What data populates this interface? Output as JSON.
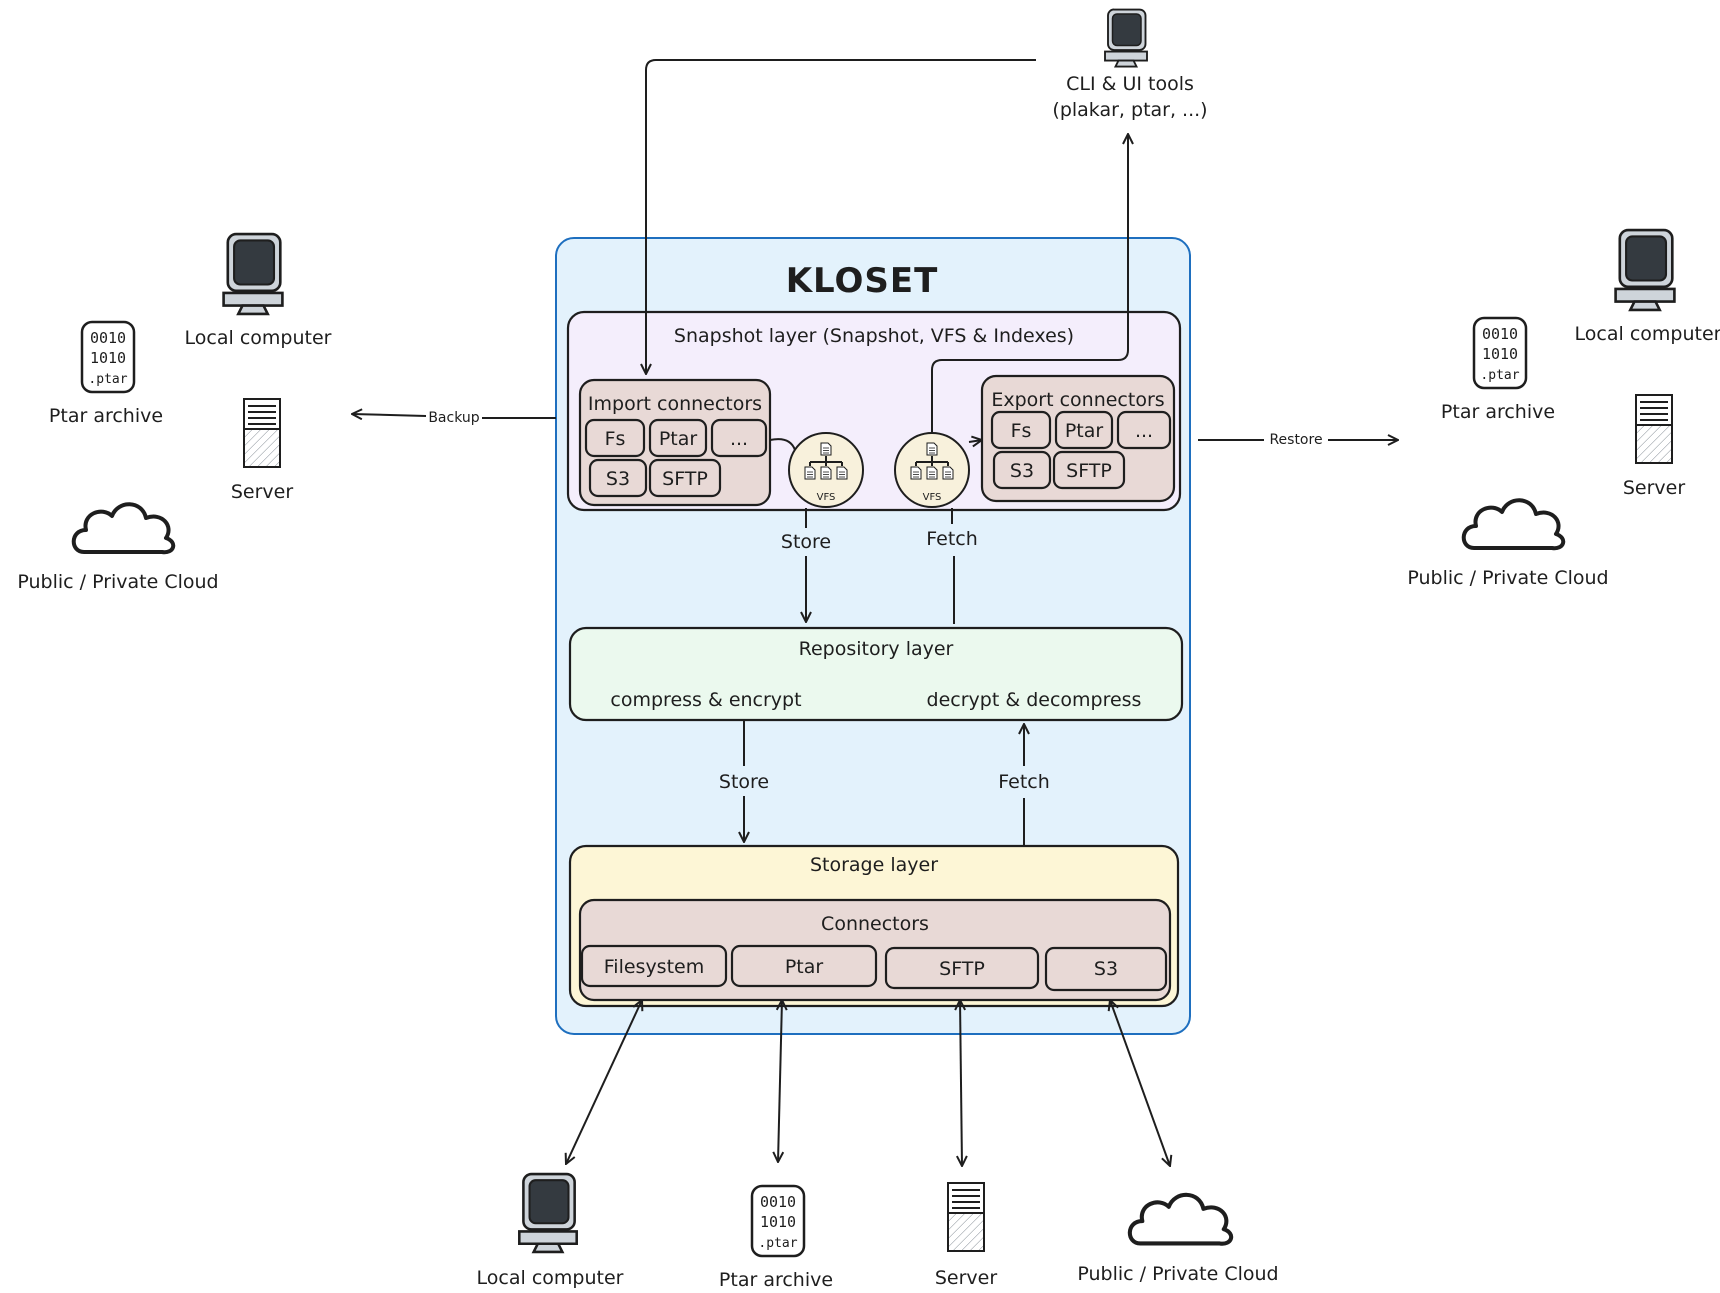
{
  "title": "KLOSET",
  "cli": {
    "label_line1": "CLI & UI tools",
    "label_line2": "(plakar, ptar, ...)"
  },
  "snapshot_layer": {
    "title": "Snapshot layer (Snapshot, VFS & Indexes)",
    "import": {
      "title": "Import connectors",
      "items": [
        "Fs",
        "Ptar",
        "...",
        "S3",
        "SFTP"
      ]
    },
    "export": {
      "title": "Export connectors",
      "items": [
        "Fs",
        "Ptar",
        "...",
        "S3",
        "SFTP"
      ]
    },
    "vfs_label": "VFS"
  },
  "arrows": {
    "store": "Store",
    "fetch": "Fetch",
    "backup": "Backup",
    "restore": "Restore"
  },
  "repository_layer": {
    "title": "Repository layer",
    "left": "compress & encrypt",
    "right": "decrypt & decompress"
  },
  "storage_layer": {
    "title": "Storage layer",
    "connectors_title": "Connectors",
    "items": [
      "Filesystem",
      "Ptar",
      "SFTP",
      "S3"
    ]
  },
  "endpoints": {
    "local_computer": "Local computer",
    "ptar_archive": "Ptar archive",
    "server": "Server",
    "cloud": "Public / Private Cloud",
    "ptar_bits": [
      "0010",
      "1010",
      ".ptar"
    ]
  },
  "colors": {
    "kloset_fill": "#e3f2fc",
    "kloset_stroke": "#1e6fbf",
    "snapshot_fill": "#f4eefc",
    "repo_fill": "#ebf9ee",
    "storage_fill": "#fdf6d6",
    "connector_fill": "#e8d9d6",
    "ink": "#1e1e1e"
  }
}
